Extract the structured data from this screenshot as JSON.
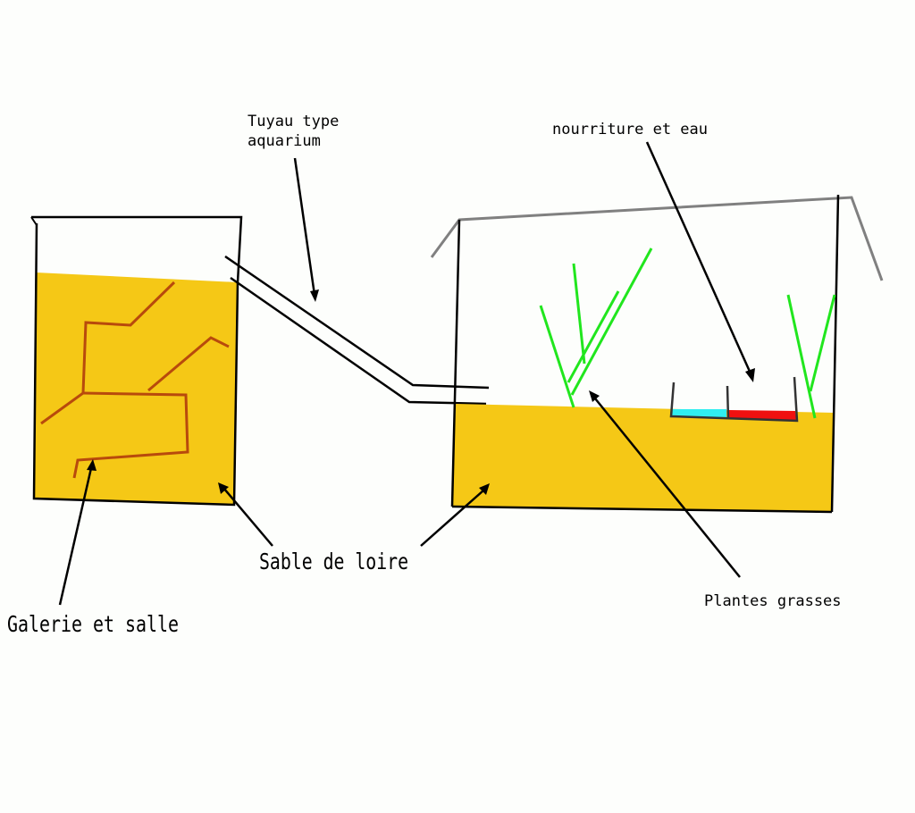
{
  "labels": {
    "tuyau_line1": "Tuyau type",
    "tuyau_line2": "aquarium",
    "nourriture": "nourriture et eau",
    "sable": "Sable de loire",
    "galerie": "Galerie et salle",
    "plantes": "Plantes grasses"
  },
  "colors": {
    "sand": "#f5c816",
    "tunnel": "#b84a0c",
    "plant": "#21e61e",
    "water": "#30eef0",
    "food": "#f01010",
    "lid": "#808080",
    "outline": "#000000",
    "background": "#fdfefc"
  }
}
